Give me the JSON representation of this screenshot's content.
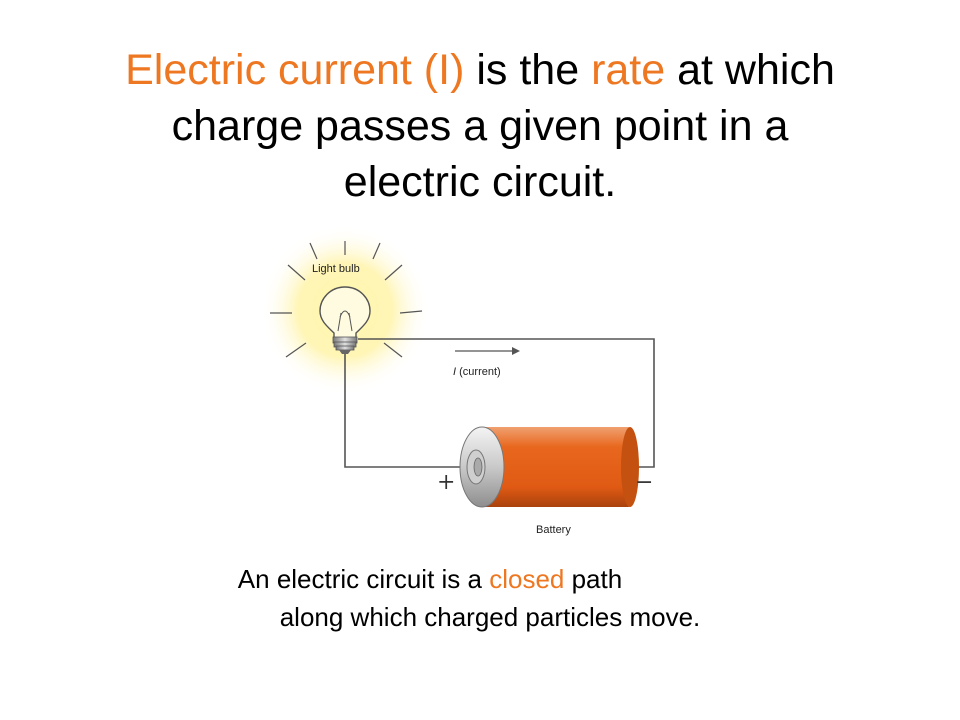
{
  "title": {
    "line1_part1": "Electric current (I)",
    "line1_part2": " is the ",
    "line1_part3": "rate",
    "line1_part4": " at which",
    "line2": "charge passes a given point in a",
    "line3": "electric circuit."
  },
  "diagram": {
    "bulb_label": "Light bulb",
    "current_label_symbol": "I",
    "current_label_text": " (current)",
    "battery_label": "Battery",
    "plus_sign": "+",
    "minus_sign": "−"
  },
  "caption": {
    "line1_part1": "An electric circuit is a ",
    "line1_part2": "closed",
    "line1_part3": " path",
    "line2": "along which charged particles move."
  },
  "colors": {
    "accent_orange": "#ee7722",
    "battery_body": "#e8671e",
    "wire": "#555555"
  }
}
